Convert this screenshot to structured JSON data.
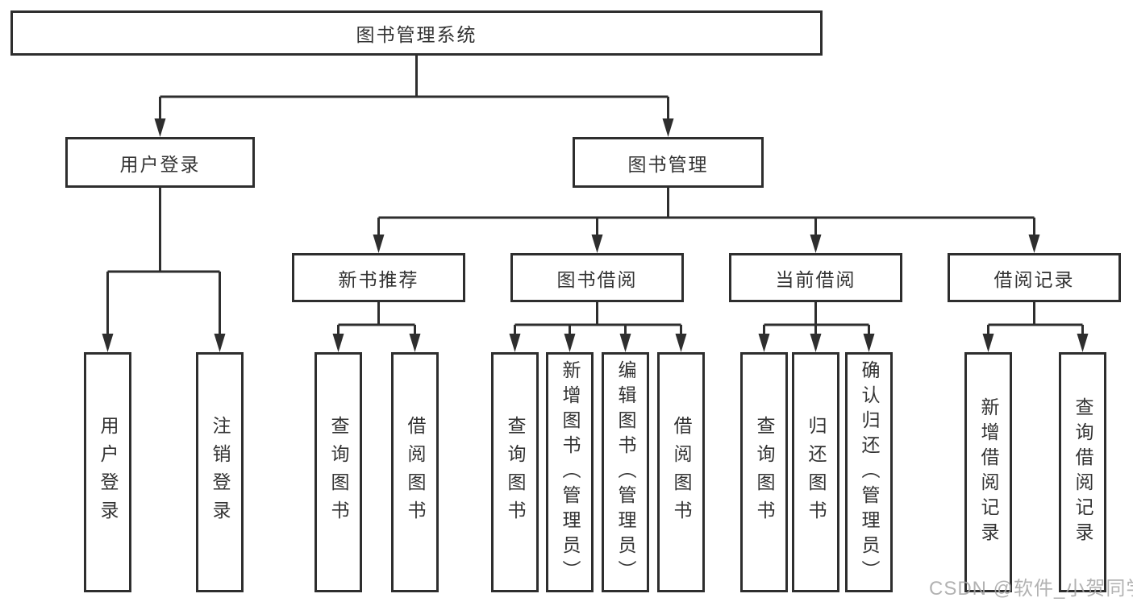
{
  "colors": {
    "line": "#2e2e2e",
    "box_border": "#2e2e2e",
    "box_background": "#ffffff",
    "text": "#333333",
    "watermark_text": "#a4a4a4"
  },
  "watermark": "CSDN @软件_小贺同学",
  "tree": {
    "label": "图书管理系统",
    "children": [
      {
        "label": "用户登录",
        "children": [
          {
            "label": "用户登录"
          },
          {
            "label": "注销登录"
          }
        ]
      },
      {
        "label": "图书管理",
        "children": [
          {
            "label": "新书推荐",
            "children": [
              {
                "label": "查询图书"
              },
              {
                "label": "借阅图书"
              }
            ]
          },
          {
            "label": "图书借阅",
            "children": [
              {
                "label": "查询图书"
              },
              {
                "label": "新增图书（管理员）"
              },
              {
                "label": "编辑图书（管理员）"
              },
              {
                "label": "借阅图书"
              }
            ]
          },
          {
            "label": "当前借阅",
            "children": [
              {
                "label": "查询图书"
              },
              {
                "label": "归还图书"
              },
              {
                "label": "确认归还（管理员）"
              }
            ]
          },
          {
            "label": "借阅记录",
            "children": [
              {
                "label": "新增借阅记录"
              },
              {
                "label": "查询借阅记录"
              }
            ]
          }
        ]
      }
    ]
  }
}
